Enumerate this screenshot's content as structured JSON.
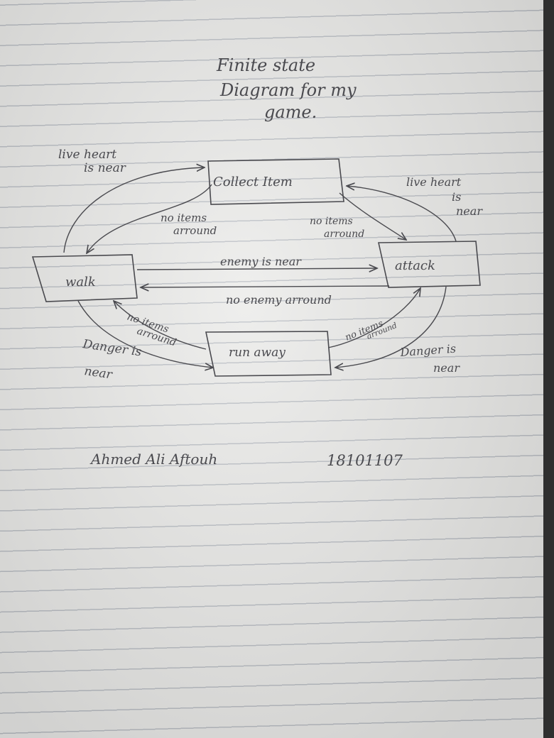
{
  "title": [
    "Finite state",
    "Diagram for my",
    "game."
  ],
  "states": {
    "collect_item": "Collect Item",
    "walk": "walk",
    "attack": "attack",
    "run_away": "run away"
  },
  "transitions": {
    "walk_to_collect": [
      "live heart",
      "is near"
    ],
    "collect_to_walk": [
      "no items",
      "arround"
    ],
    "collect_to_attack": [
      "no items",
      "arround"
    ],
    "attack_to_collect": [
      "live heart",
      "is",
      "near"
    ],
    "walk_to_attack": "enemy is near",
    "attack_to_walk": "no enemy arround",
    "runaway_to_walk": [
      "no items",
      "arround"
    ],
    "walk_to_runaway": [
      "Danger is",
      "near"
    ],
    "runaway_to_attack": [
      "no items",
      "arround"
    ],
    "attack_to_runaway": [
      "Danger is",
      "near"
    ]
  },
  "signature": {
    "name": "Ahmed Ali Aftouh",
    "id": "18101107"
  }
}
